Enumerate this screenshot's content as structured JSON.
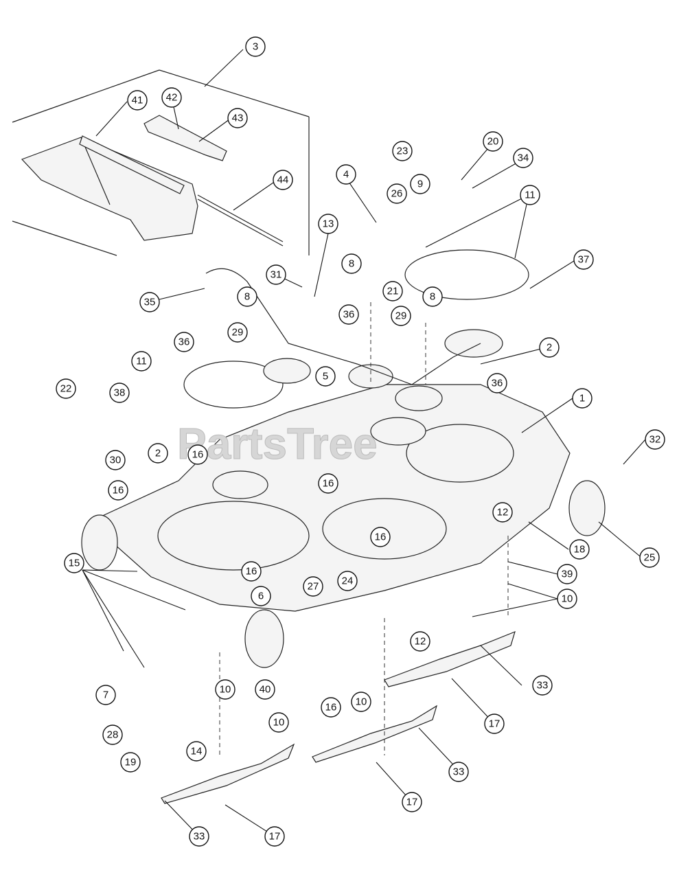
{
  "watermark": "PartsTree",
  "callouts": [
    "1",
    "2",
    "2",
    "3",
    "4",
    "5",
    "6",
    "7",
    "8",
    "8",
    "8",
    "9",
    "10",
    "10",
    "10",
    "10",
    "11",
    "11",
    "12",
    "12",
    "13",
    "14",
    "15",
    "16",
    "16",
    "16",
    "16",
    "16",
    "16",
    "17",
    "17",
    "17",
    "18",
    "19",
    "20",
    "21",
    "22",
    "23",
    "24",
    "25",
    "26",
    "27",
    "28",
    "29",
    "29",
    "30",
    "31",
    "32",
    "33",
    "33",
    "33",
    "34",
    "35",
    "36",
    "36",
    "36",
    "37",
    "38",
    "39",
    "40",
    "41",
    "42",
    "43",
    "44"
  ]
}
